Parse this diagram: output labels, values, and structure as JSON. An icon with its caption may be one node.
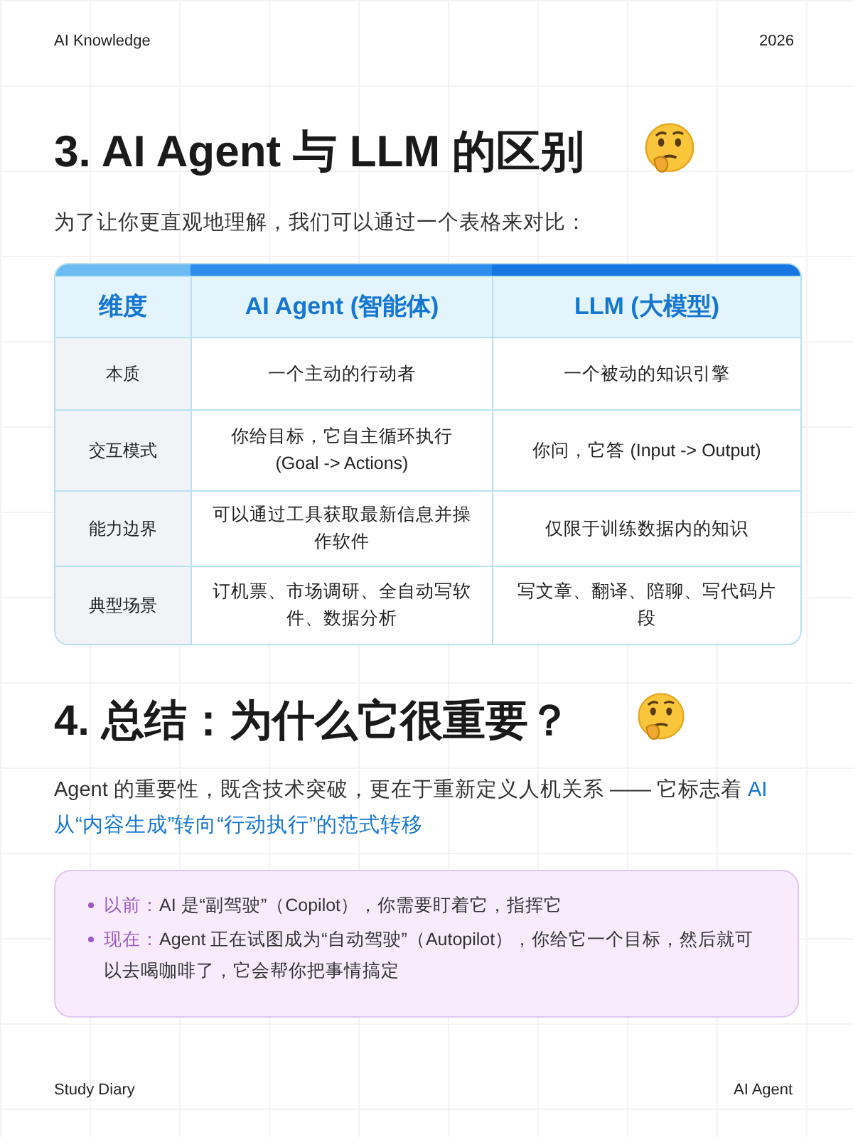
{
  "diagram": {
    "title": "3. AI Agent 与 LLM 的区别",
    "labels": [
      "AI Knowledge",
      "2026",
      "为了让你更直观地理解，我们可以通过一个表格来对比：",
      "维度",
      "AI Agent (智能体)",
      "LLM (大模型)",
      "本质",
      "一个主动的行动者",
      "一个被动的知识引擎",
      "交互模式",
      "你给目标，它自主循环执行 (Goal -> Actions)",
      "你问，它答 (Input -> Output)",
      "能力边界",
      "可以通过工具获取最新信息并操作软件",
      "仅限于训练数据内的知识",
      "典型场景",
      "订机票、市场调研、全自动写软件、数据分析",
      "写文章、翻译、陪聊、写代码片段",
      "4. 总结：为什么它很重要？",
      "Agent 的重要性，既含技术突破，更在于重新定义人机关系 —— 它标志着",
      "AI 从“内容生成”转向“行动执行”的范式转移",
      "以前：",
      "AI 是“副驾驶”（Copilot），你需要盯着它，指挥它",
      "现在：",
      "Agent 正在试图成为“自动驾驶”（Autopilot），你给它一个目标，然后就可以去喝咖啡了，它会帮你把事情搞定",
      "Study Diary",
      "AI Agent"
    ]
  }
}
